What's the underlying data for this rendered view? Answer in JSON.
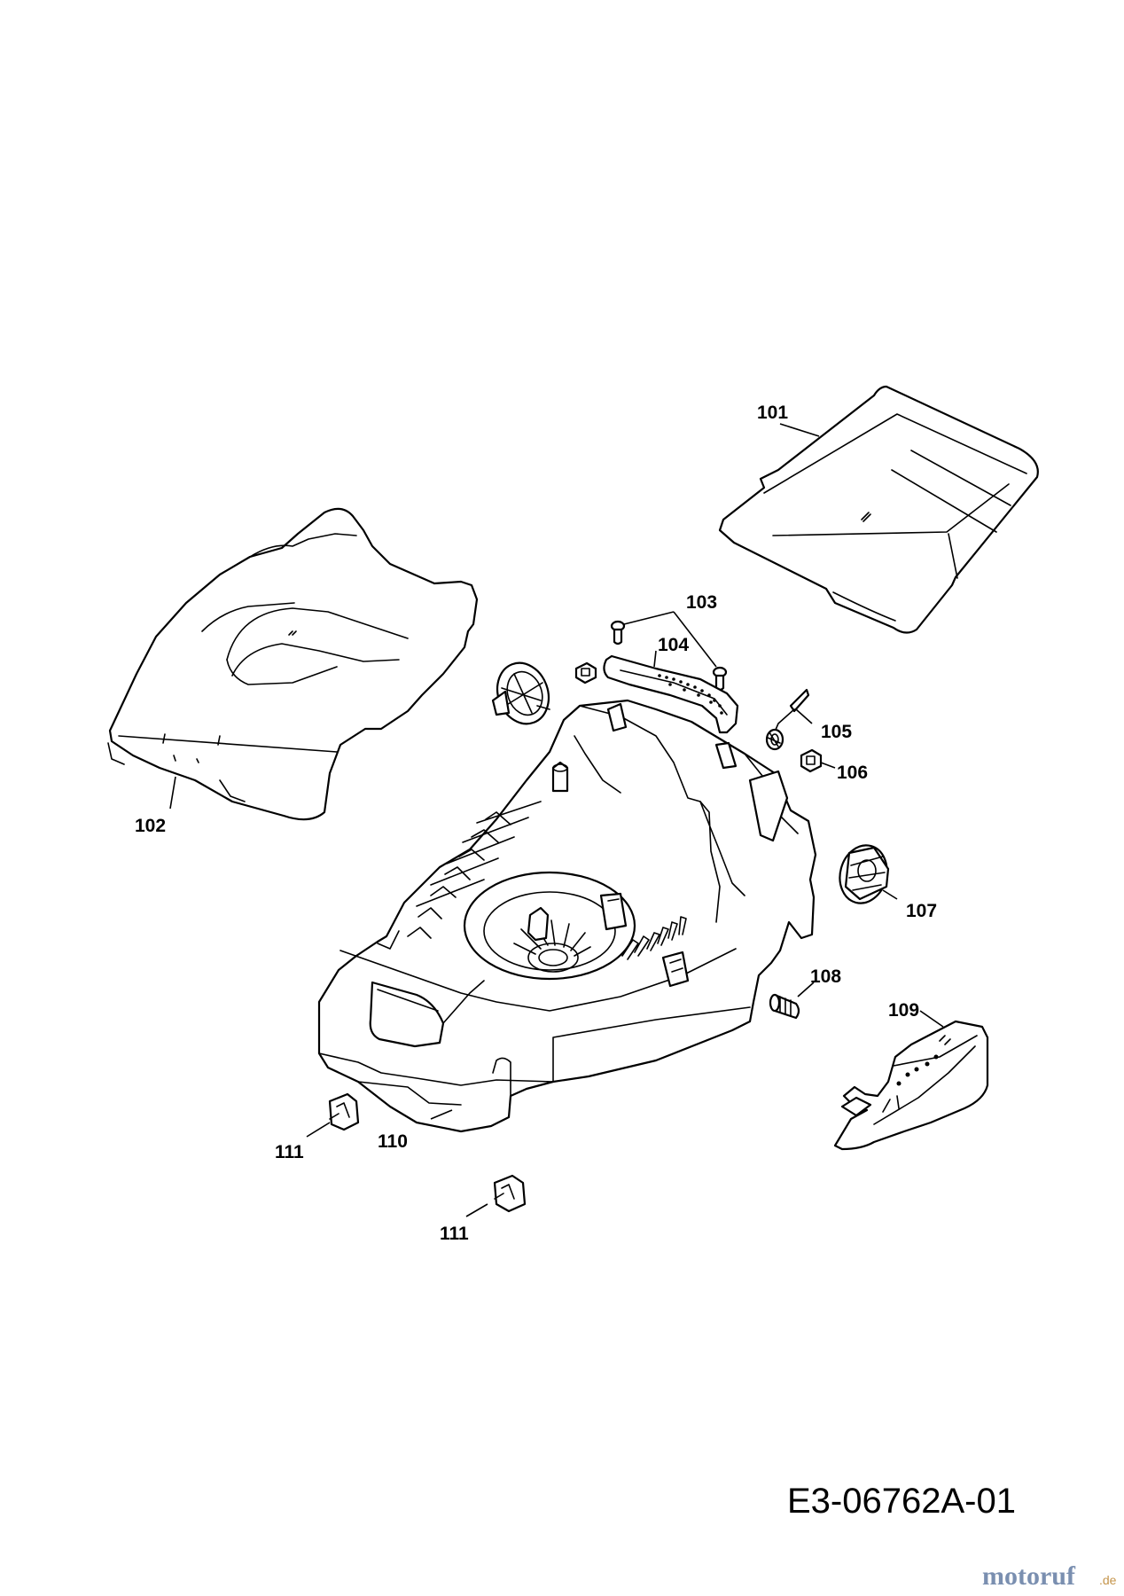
{
  "callouts": {
    "c101": "101",
    "c102": "102",
    "c103": "103",
    "c104": "104",
    "c105": "105",
    "c106": "106",
    "c107": "107",
    "c108": "108",
    "c109": "109",
    "c110": "110",
    "c111a": "111",
    "c111b": "111"
  },
  "document_id": "E3-06762A-01",
  "watermark": {
    "main": "motoruf",
    "suffix": ".de",
    "colors": {
      "main": "#7a8fb0",
      "suffix": "#c4944a"
    }
  },
  "colors": {
    "line": "#000000",
    "background": "#ffffff"
  }
}
